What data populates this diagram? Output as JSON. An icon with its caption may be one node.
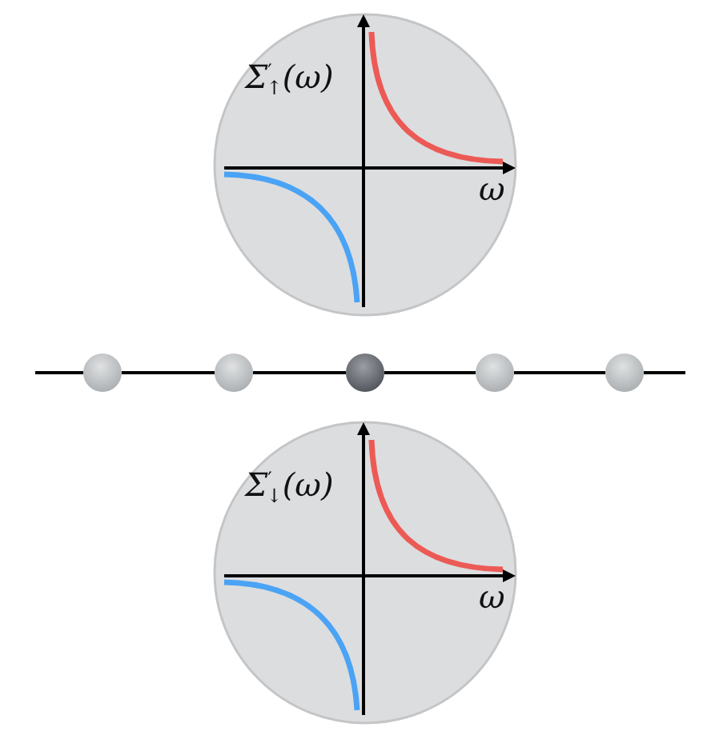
{
  "diagram": {
    "nodes": [
      {
        "text": [
          "Σ$^{′}$$_{↑}$(ω)",
          "ω"
        ]
      },
      {
        "text": [],
        "shape": "circle"
      },
      {
        "text": [],
        "shape": "circle"
      },
      {
        "text": [],
        "shape": "circle"
      },
      {
        "text": [],
        "shape": "circle"
      },
      {
        "text": [],
        "shape": "circle"
      },
      {
        "text": [
          "Σ$^{′}$$_{↓}$(ω)",
          "ω"
        ]
      }
    ],
    "edges": [
      {
        "from": null,
        "to": 1,
        "arrow": "none"
      },
      {
        "from": 1,
        "to": 2,
        "arrow": "none"
      },
      {
        "from": 2,
        "to": 3,
        "arrow": "none"
      },
      {
        "from": 3,
        "to": 4,
        "arrow": "none"
      },
      {
        "from": 4,
        "to": 5,
        "arrow": "none"
      },
      {
        "from": 5,
        "to": null,
        "arrow": "none"
      }
    ]
  }
}
